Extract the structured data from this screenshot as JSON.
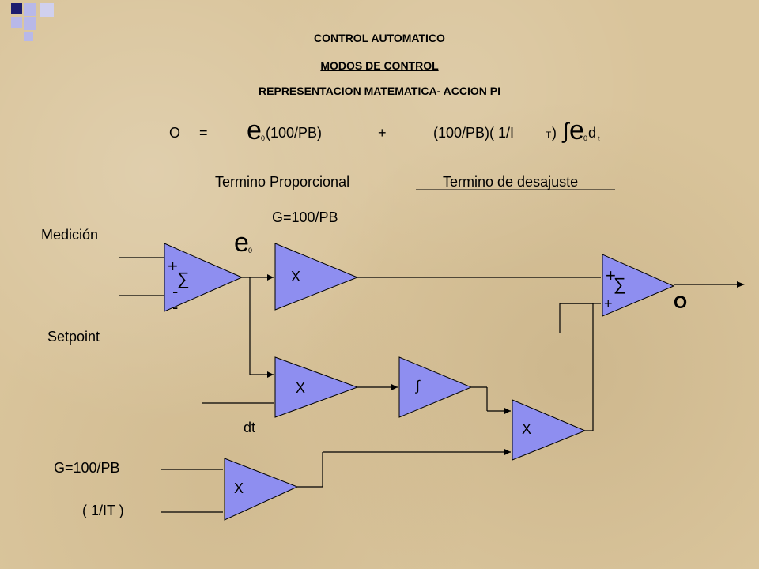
{
  "header": {
    "title": "CONTROL  AUTOMATICO",
    "subtitle": "MODOS DE CONTROL",
    "section": "REPRESENTACION MATEMATICA- ACCION PI"
  },
  "equation": {
    "O": "O",
    "eq": "=",
    "e": "e",
    "sub0": "0",
    "part1": "(100/PB)",
    "plus": "+",
    "part2": "(100/PB)( 1/I",
    "T": "T",
    "close": " )",
    "integral": "∫",
    "d": "d",
    "t": "t"
  },
  "labels": {
    "termino_proporcional": "Termino Proporcional",
    "termino_desajuste": "Termino de desajuste",
    "gain": "G=100/PB",
    "medicion": "Medición",
    "setpoint": "Setpoint",
    "dt": "dt",
    "gain_bottom": "G=100/PB",
    "inv_it": "( 1/IT )",
    "output": "O"
  },
  "blocks": {
    "sum1": {
      "symbol": "∑",
      "plus": "+",
      "minus": "-"
    },
    "mult1": "X",
    "mult2": "X",
    "integrator": "∫",
    "mult3": "X",
    "mult4": "X",
    "sum2": {
      "symbol": "∑",
      "plus1": "+",
      "plus2": "+"
    }
  },
  "colors": {
    "block_fill": "#8e8ef0",
    "corner_dark": "#1c1c6e",
    "corner_light": "#b8b8e8"
  }
}
